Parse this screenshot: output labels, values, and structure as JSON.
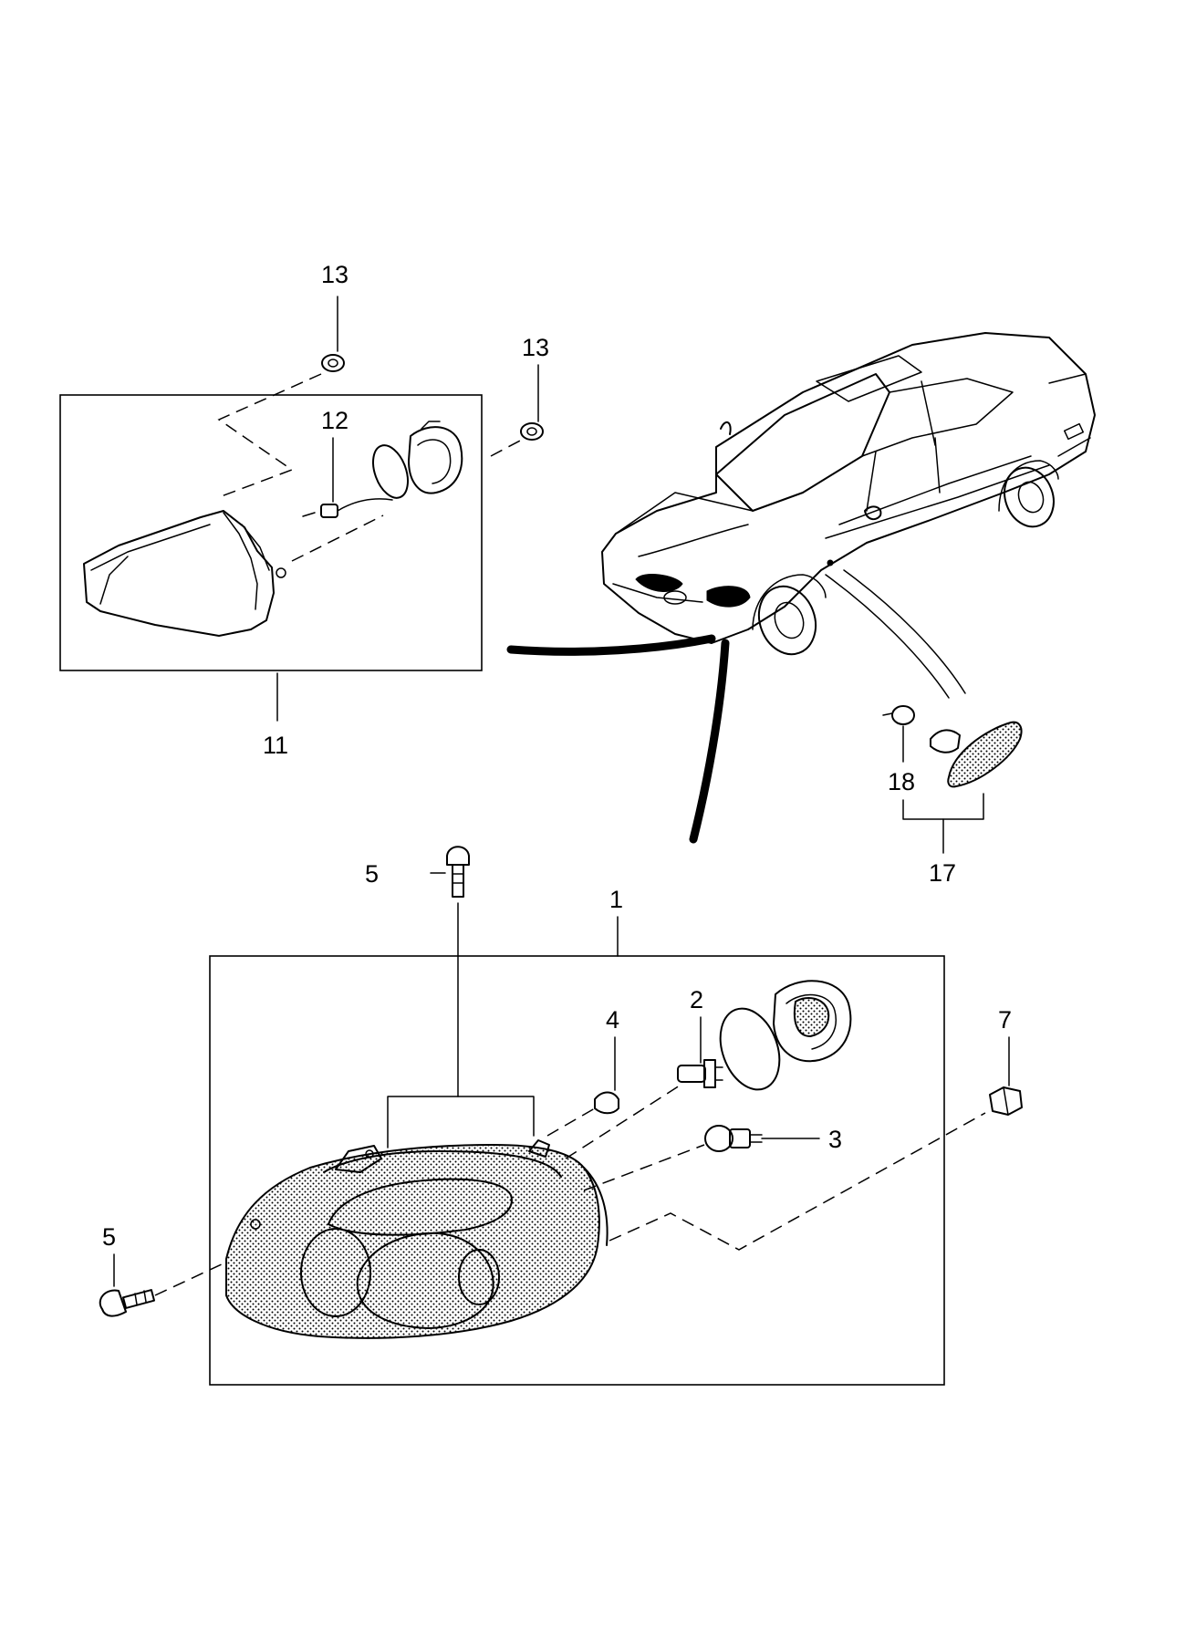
{
  "diagram": {
    "callouts": {
      "c1": "1",
      "c2": "2",
      "c3": "3",
      "c4": "4",
      "c5a": "5",
      "c5b": "5",
      "c7": "7",
      "c11": "11",
      "c12": "12",
      "c13a": "13",
      "c13b": "13",
      "c17": "17",
      "c18": "18"
    }
  }
}
